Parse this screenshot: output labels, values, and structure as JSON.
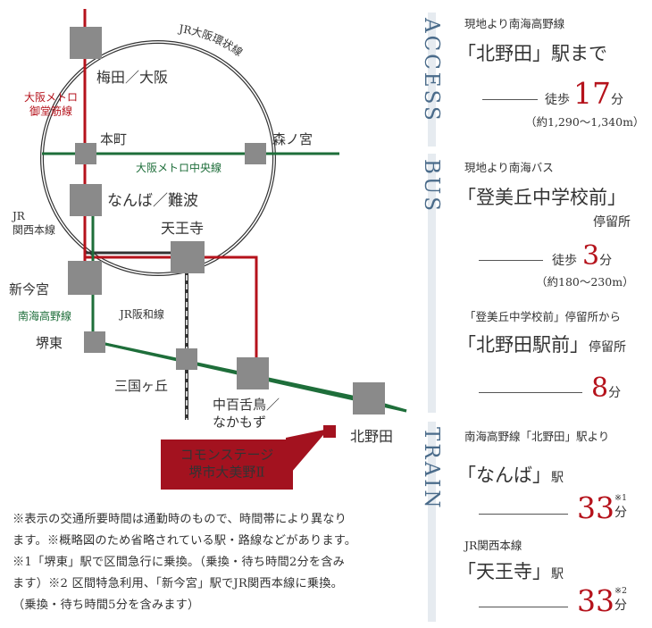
{
  "map": {
    "lines": {
      "jr_loop": "JR大阪環状線",
      "midosuji": "大阪メトロ\n御堂筋線",
      "chuo": "大阪メトロ中央線",
      "jr_kansai": "JR\n関西本線",
      "nankai_koya": "南海高野線",
      "jr_hanwa": "JR阪和線"
    },
    "stations": {
      "umeda": "梅田／大阪",
      "honmachi": "本町",
      "morinomiya": "森ノ宮",
      "namba": "なんば／難波",
      "tennoji": "天王寺",
      "shinimamiya": "新今宮",
      "sakaihigashi": "堺東",
      "mikunigaoka": "三国ヶ丘",
      "nakamozu": "中百舌鳥／\nなかもず",
      "kitanoda": "北野田"
    },
    "property": "コモンステージ\n堺市大美野Ⅱ",
    "colors": {
      "jr": "#333333",
      "midosuji": "#b5121b",
      "chuo": "#1e6e3a",
      "nankai": "#1e6e3a",
      "station": "#8a8a8a",
      "property": "#a3121f"
    }
  },
  "note": [
    "※表示の交通所要時間は通勤時のもので、時間帯により異なり",
    "ます。※概略図のため省略されている駅・路線などがあります。",
    "※1「堺東」駅で区間急行に乗換。（乗換・待ち時間2分を含み",
    "ます）※2 区間特急利用、「新今宮」駅でJR関西本線に乗換。",
    "（乗換・待ち時間5分を含みます）"
  ],
  "access": {
    "title": "ACCESS",
    "from": "現地より南海高野線",
    "dest": "「北野田」駅まで",
    "mode": "徒歩",
    "value": "17",
    "unit": "分",
    "range": "（約1,290〜1,340m）"
  },
  "bus": {
    "title": "BUS",
    "from": "現地より南海バス",
    "stop": "「登美丘中学校前」",
    "stop_suffix": "停留所",
    "walk_mode": "徒歩",
    "walk_value": "3",
    "walk_unit": "分",
    "walk_range": "（約180〜230m）",
    "from2": "「登美丘中学校前」停留所から",
    "dest2": "「北野田駅前」",
    "dest2_suffix": "停留所",
    "ride_value": "8",
    "ride_unit": "分"
  },
  "train": {
    "title": "TRAIN",
    "from": "南海高野線「北野田」駅より",
    "dest1": "「なんば」",
    "dest1_suffix": "駅",
    "value1": "33",
    "mark1": "※1",
    "unit1": "分",
    "via2": "JR関西本線",
    "dest2": "「天王寺」",
    "dest2_suffix": "駅",
    "value2": "33",
    "mark2": "※2",
    "unit2": "分"
  }
}
